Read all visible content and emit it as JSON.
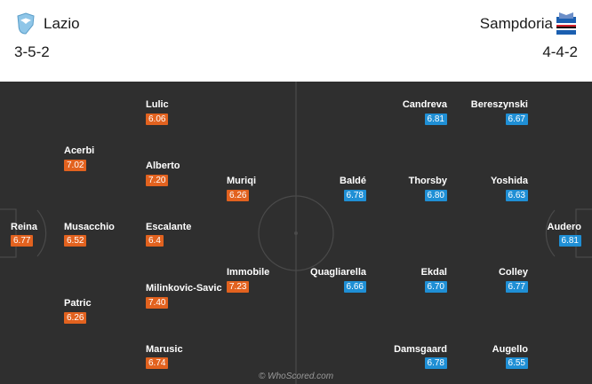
{
  "home": {
    "name": "Lazio",
    "formation": "3-5-2",
    "logo_icon": "lazio-eagle-crest-icon",
    "rating_color": "#e2621f"
  },
  "away": {
    "name": "Sampdoria",
    "formation": "4-4-2",
    "logo_icon": "sampdoria-crest-icon",
    "rating_color": "#1f8fd5"
  },
  "pitch_color": "#2f2f2f",
  "players_home": [
    {
      "name": "Reina",
      "rating": "6.77"
    },
    {
      "name": "Acerbi",
      "rating": "7.02"
    },
    {
      "name": "Musacchio",
      "rating": "6.52"
    },
    {
      "name": "Patric",
      "rating": "6.26"
    },
    {
      "name": "Lulic",
      "rating": "6.06"
    },
    {
      "name": "Alberto",
      "rating": "7.20"
    },
    {
      "name": "Escalante",
      "rating": "6.4"
    },
    {
      "name": "Milinkovic-Savic",
      "rating": "7.40"
    },
    {
      "name": "Marusic",
      "rating": "6.74"
    },
    {
      "name": "Muriqi",
      "rating": "6.26"
    },
    {
      "name": "Immobile",
      "rating": "7.23"
    }
  ],
  "players_away": [
    {
      "name": "Audero",
      "rating": "6.81"
    },
    {
      "name": "Bereszynski",
      "rating": "6.67"
    },
    {
      "name": "Yoshida",
      "rating": "6.63"
    },
    {
      "name": "Colley",
      "rating": "6.77"
    },
    {
      "name": "Augello",
      "rating": "6.55"
    },
    {
      "name": "Candreva",
      "rating": "6.81"
    },
    {
      "name": "Thorsby",
      "rating": "6.80"
    },
    {
      "name": "Ekdal",
      "rating": "6.70"
    },
    {
      "name": "Damsgaard",
      "rating": "6.78"
    },
    {
      "name": "Baldé",
      "rating": "6.78"
    },
    {
      "name": "Quagliarella",
      "rating": "6.66"
    }
  ],
  "watermark": "© WhoScored.com"
}
